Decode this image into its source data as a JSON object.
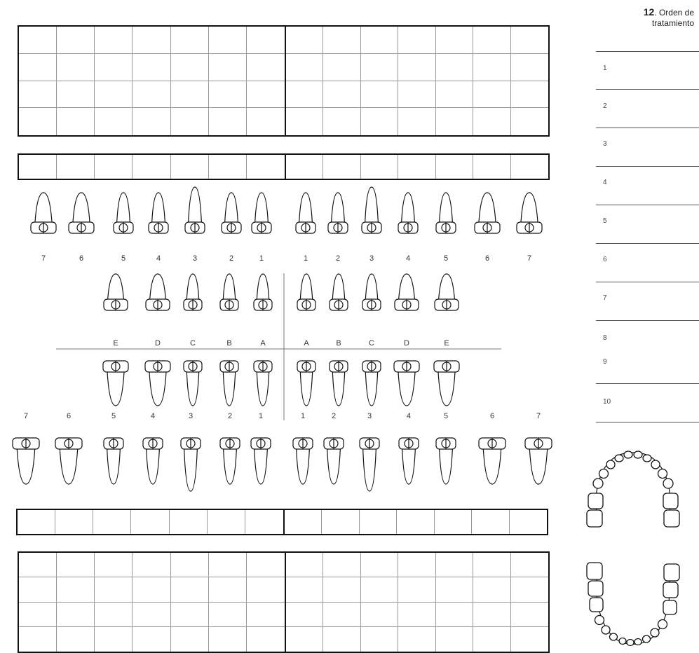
{
  "tooth_rows": {
    "upper_permanent": [
      "7",
      "6",
      "5",
      "4",
      "3",
      "2",
      "1",
      "1",
      "2",
      "3",
      "4",
      "5",
      "6",
      "7"
    ],
    "upper_primary": [
      "A",
      "B",
      "C",
      "D",
      "E"
    ],
    "lower_primary": [
      "E",
      "D",
      "C",
      "B",
      "A",
      "A",
      "B",
      "C",
      "D",
      "E"
    ],
    "lower_permanent": [
      "7",
      "6",
      "5",
      "4",
      "3",
      "2",
      "1",
      "1",
      "2",
      "3",
      "4",
      "5",
      "6",
      "7"
    ]
  },
  "sidebar": {
    "title_number": "12",
    "title_text": ". Orden de",
    "title_text2": "tratamiento",
    "order_numbers": [
      "1",
      "2",
      "3",
      "4",
      "5",
      "6",
      "7",
      "8",
      "9",
      "10"
    ]
  }
}
